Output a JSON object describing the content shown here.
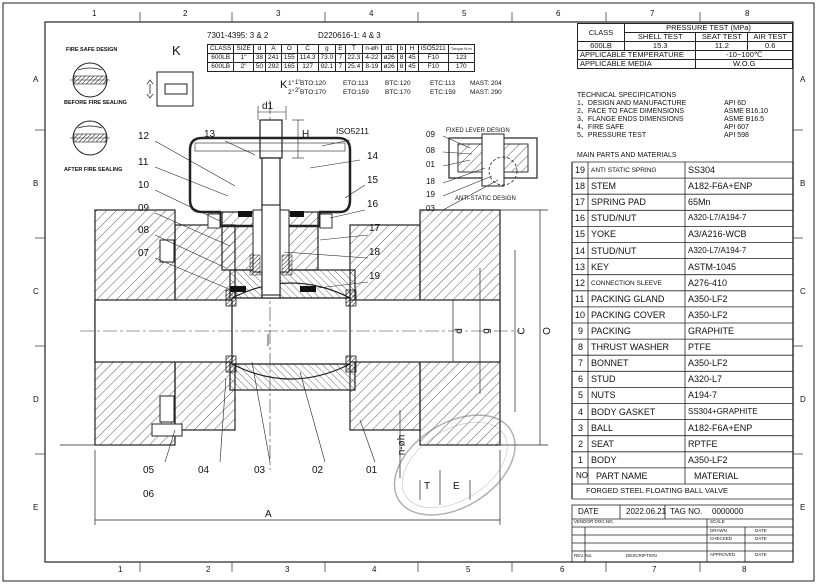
{
  "grid": {
    "cols": [
      "1",
      "2",
      "3",
      "4",
      "5",
      "6",
      "7",
      "8"
    ],
    "rows": [
      "A",
      "B",
      "C",
      "D",
      "E"
    ]
  },
  "details": {
    "fire_safe": "FIRE SAFE DESIGN",
    "k_label": "K",
    "before_sealing": "BEFORE FIRE SEALING",
    "after_sealing": "AFTER FIRE SEALING",
    "k_callout": "K",
    "k_sub_1": "1\"",
    "k_sub_2": "2\""
  },
  "dim_header": {
    "ref_left": "7301-4395: 3 & 2",
    "ref_right": "D220616-1: 4 & 3",
    "columns": [
      "CLASS",
      "SIZE",
      "d",
      "A",
      "O",
      "C",
      "g",
      "E",
      "T",
      "n-øh",
      "d1",
      "b",
      "H",
      "ISO5211",
      "Torque N·m"
    ],
    "rows": [
      [
        "600LB",
        "1\"",
        "38",
        "241",
        "155",
        "114.3",
        "73.0",
        "7",
        "22.3",
        "4-22",
        "ø26",
        "8",
        "45",
        "F10",
        "123"
      ],
      [
        "600LB",
        "2\"",
        "50",
        "292",
        "165",
        "127",
        "92.1",
        "7",
        "25.4",
        "8-19",
        "ø26",
        "8",
        "45",
        "F10",
        "170"
      ]
    ],
    "torque_line1": [
      {
        "k": "1\"",
        "v": "BTO:120"
      },
      {
        "k": "",
        "v": "ETO:113"
      },
      {
        "k": "",
        "v": "BTC:120"
      },
      {
        "k": "",
        "v": "ETC:113"
      },
      {
        "k": "",
        "v": "MAST: 204"
      }
    ],
    "torque_line2": [
      {
        "k": "2\"",
        "v": "BTO:170"
      },
      {
        "k": "",
        "v": "ETO:159"
      },
      {
        "k": "",
        "v": "BTC:170"
      },
      {
        "k": "",
        "v": "ETC:159"
      },
      {
        "k": "",
        "v": "MAST: 290"
      }
    ]
  },
  "drawing": {
    "d1": "d1",
    "h": "H",
    "iso": "ISO5211",
    "d": "d",
    "g": "g",
    "c": "C",
    "o": "O",
    "n_oh": "n-øh",
    "t": "T",
    "e": "E",
    "a": "A",
    "callouts_left": [
      "12",
      "11",
      "10",
      "09",
      "08",
      "07"
    ],
    "callouts_top": [
      "13"
    ],
    "callouts_right": [
      "14",
      "15",
      "16",
      "17",
      "18",
      "19"
    ],
    "callouts_bottom": [
      "05",
      "04",
      "03",
      "02",
      "01"
    ],
    "callout_06": "06"
  },
  "lever": {
    "title": "FIXED LEVER DESIGN",
    "callouts": [
      "09",
      "08",
      "01",
      "18",
      "19",
      "03"
    ],
    "antistatic": "ANTI-STATIC DESIGN"
  },
  "pressure": {
    "title": "PRESSURE TEST (MPa)",
    "class_label": "CLASS",
    "shell": "SHELL TEST",
    "seat": "SEAT TEST",
    "air": "AIR TEST",
    "class_val": "600LB",
    "shell_val": "15.3",
    "seat_val": "11.2",
    "air_val": "0.6",
    "temp_label": "APPLICABLE TEMPERATURE",
    "temp_val": "-10~100℃",
    "media_label": "APPLICABLE MEDIA",
    "media_val": "W.O.G"
  },
  "specs": {
    "title": "TECHNICAL SPECIFICATIONS",
    "items": [
      {
        "label": "1、DESIGN AND MANUFACTURE",
        "value": "API 6D"
      },
      {
        "label": "2、FACE TO FACE DIMENSIONS",
        "value": "ASME B16.10"
      },
      {
        "label": "3、FLANGE ENDS DIMENSIONS",
        "value": "ASME B16.5"
      },
      {
        "label": "4、FIRE SAFE",
        "value": "API 607"
      },
      {
        "label": "5、PRESSURE TEST",
        "value": "API 598"
      }
    ]
  },
  "parts": {
    "title": "MAIN PARTS AND MATERIALS",
    "rows": [
      {
        "no": "19",
        "name": "ANTI STATIC SPRING",
        "mat": "SS304"
      },
      {
        "no": "18",
        "name": "STEM",
        "mat": "A182-F6A+ENP"
      },
      {
        "no": "17",
        "name": "SPRING PAD",
        "mat": "65Mn"
      },
      {
        "no": "16",
        "name": "STUD/NUT",
        "mat": "A320-L7/A194-7"
      },
      {
        "no": "15",
        "name": "YOKE",
        "mat": "A3/A216-WCB"
      },
      {
        "no": "14",
        "name": "STUD/NUT",
        "mat": "A320-L7/A194-7"
      },
      {
        "no": "13",
        "name": "KEY",
        "mat": "ASTM-1045"
      },
      {
        "no": "12",
        "name": "CONNECTION SLEEVE",
        "mat": "A276-410"
      },
      {
        "no": "11",
        "name": "PACKING GLAND",
        "mat": "A350-LF2"
      },
      {
        "no": "10",
        "name": "PACKING COVER",
        "mat": "A350-LF2"
      },
      {
        "no": "9",
        "name": "PACKING",
        "mat": "GRAPHITE"
      },
      {
        "no": "8",
        "name": "THRUST WASHER",
        "mat": "PTFE"
      },
      {
        "no": "7",
        "name": "BONNET",
        "mat": "A350-LF2"
      },
      {
        "no": "6",
        "name": "STUD",
        "mat": "A320-L7"
      },
      {
        "no": "5",
        "name": "NUTS",
        "mat": "A194-7"
      },
      {
        "no": "4",
        "name": "BODY GASKET",
        "mat": "SS304+GRAPHITE"
      },
      {
        "no": "3",
        "name": "BALL",
        "mat": "A182-F6A+ENP"
      },
      {
        "no": "2",
        "name": "SEAT",
        "mat": "RPTFE"
      },
      {
        "no": "1",
        "name": "BODY",
        "mat": "A350-LF2"
      }
    ],
    "header": {
      "no": "NO",
      "name": "PART NAME",
      "mat": "MATERIAL"
    },
    "product": "FORGED STEEL FLOATING BALL VALVE"
  },
  "title_block": {
    "date_label": "DATE",
    "date_val": "2022.06.21",
    "tag_label": "TAG NO.",
    "tag_val": "0000000",
    "vendor_doc": "VENDOR DOC.NO.",
    "scale": "SCALE",
    "drawn": "DRAWN",
    "checked": "CHECKED",
    "approved": "APPROVED",
    "date_col": "DATE",
    "rev_no": "REV. No.",
    "description": "DESCRIPTION"
  }
}
